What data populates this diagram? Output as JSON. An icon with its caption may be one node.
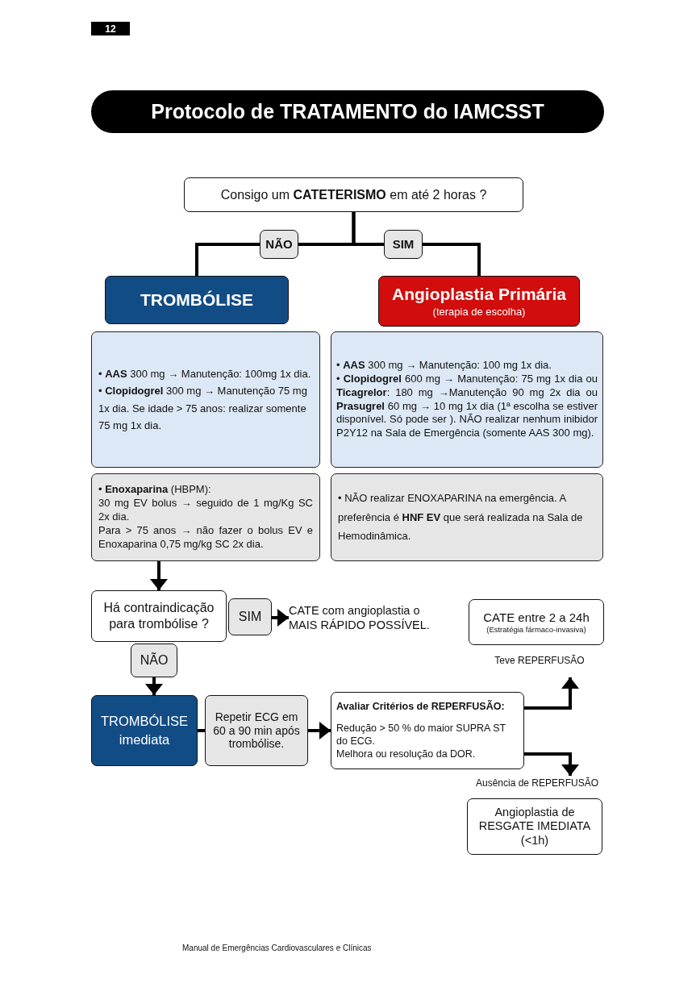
{
  "diagram": {
    "title": "Protocolo de TRATAMENTO do IAMCSST",
    "nodes": [
      {
        "text": [
          "Consigo um **CATETERISMO** em até 2 horas ?"
        ]
      },
      {
        "text": [
          "NÃO"
        ]
      },
      {
        "text": [
          "SIM"
        ]
      },
      {
        "text": [
          "TROMBÓLISE"
        ]
      },
      {
        "text": [
          "Angioplastia Primária",
          "(terapia de escolha)"
        ]
      },
      {
        "text": [
          "• **AAS** 300 mg → Manutenção: 100mg 1x dia.",
          "• **Clopidogrel** 300 mg → Manutenção 75 mg 1x dia. Se idade > 75 anos: realizar somente 75 mg 1x dia."
        ]
      },
      {
        "text": [
          "• **AAS** 300 mg → Manutenção: 100 mg 1x dia.",
          "• **Clopidogrel** 600 mg → Manutenção: 75 mg 1x dia ou **Ticagrelor**: 180 mg →Manutenção 90 mg 2x dia ou **Prasugrel** 60 mg → 10 mg 1x dia (1ª escolha se estiver disponível. Só pode ser ). NÃO realizar nenhum inibidor P2Y12 na Sala de Emergência (somente AAS 300 mg)."
        ]
      },
      {
        "text": [
          "• **Enoxaparina** (HBPM):",
          "30 mg EV bolus → seguido de 1 mg/Kg SC 2x dia.",
          "Para > 75 anos → não fazer o bolus EV e Enoxaparina 0,75 mg/kg SC 2x dia."
        ]
      },
      {
        "text": [
          "• NÃO realizar ENOXAPARINA na emergência. A preferência é **HNF EV** que será realizada na Sala de Hemodinâmica."
        ]
      },
      {
        "text": [
          "Há contraindicação para trombólise ?"
        ]
      },
      {
        "text": [
          "SIM"
        ]
      },
      {
        "text": [
          "CATE com angioplastia o MAIS RÁPIDO POSSÍVEL."
        ]
      },
      {
        "text": [
          "CATE entre 2 a 24h",
          "(Estratégia fármaco-invasiva)"
        ]
      },
      {
        "text": [
          "NÃO"
        ]
      },
      {
        "text": [
          "TROMBÓLISE imediata"
        ]
      },
      {
        "text": [
          "Repetir ECG em 60 a 90 min após trombólise."
        ]
      },
      {
        "text": [
          "Avaliar Critérios de REPERFUSÃO:",
          "Redução > 50 % do maior SUPRA ST do ECG.",
          "Melhora ou resolução da DOR."
        ]
      },
      {
        "text": [
          "Angioplastia de RESGATE IMEDIATA (<1h)"
        ]
      }
    ],
    "edges": [
      {
        "from": 0,
        "to": 1,
        "arrow": "none"
      },
      {
        "from": 1,
        "to": 3,
        "arrow": "none"
      },
      {
        "from": 0,
        "to": 2,
        "arrow": "none"
      },
      {
        "from": 2,
        "to": 4,
        "arrow": "none"
      },
      {
        "from": 7,
        "to": 9,
        "arrow": "to"
      },
      {
        "from": 10,
        "to": 11,
        "arrow": "to"
      },
      {
        "from": 13,
        "to": 14,
        "arrow": "to"
      },
      {
        "from": 14,
        "to": 15,
        "arrow": "none"
      },
      {
        "from": 15,
        "to": 16,
        "arrow": "to"
      },
      {
        "from": 16,
        "to": 12,
        "arrow": "to",
        "label": "Teve REPERFUSÃO"
      },
      {
        "from": 16,
        "to": 17,
        "arrow": "to",
        "label": "Ausência de REPERFUSÃO"
      }
    ],
    "labels": [
      "12",
      "Manual de Emergências Cardiovasculares e Clínicas"
    ]
  }
}
